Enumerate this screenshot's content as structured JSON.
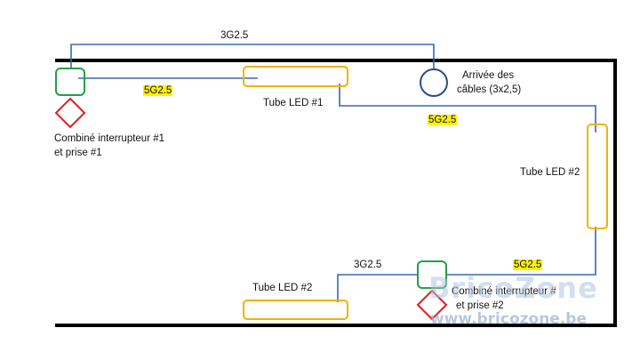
{
  "labels": {
    "cable_top": "3G2.5",
    "cable_switch1_tube1": "5G2.5",
    "tube1": "Tube LED #1",
    "cable_tube1_tube2": "5G2.5",
    "arrival_line1": "Arrivée des",
    "arrival_line2": "câbles (3x2,5)",
    "switch1_line1": "Combiné interrupteur #1",
    "switch1_line2": "et prise #1",
    "tube2_right": "Tube LED #2",
    "cable_bottom_left": "3G2.5",
    "cable_bottom_right": "5G2.5",
    "tube2_bottom": "Tube LED #2",
    "switch2_line1": "Combiné interrupteur #",
    "switch2_line2": "et prise #2"
  },
  "watermark": {
    "brand": "BricoZone",
    "url": "www.bricozone.be"
  },
  "colors": {
    "wall": "#000000",
    "cable": "#3a66b8",
    "tube": "#f2b200",
    "switch": "#22a045",
    "socket": "#e02020",
    "highlight": "#fff200"
  }
}
